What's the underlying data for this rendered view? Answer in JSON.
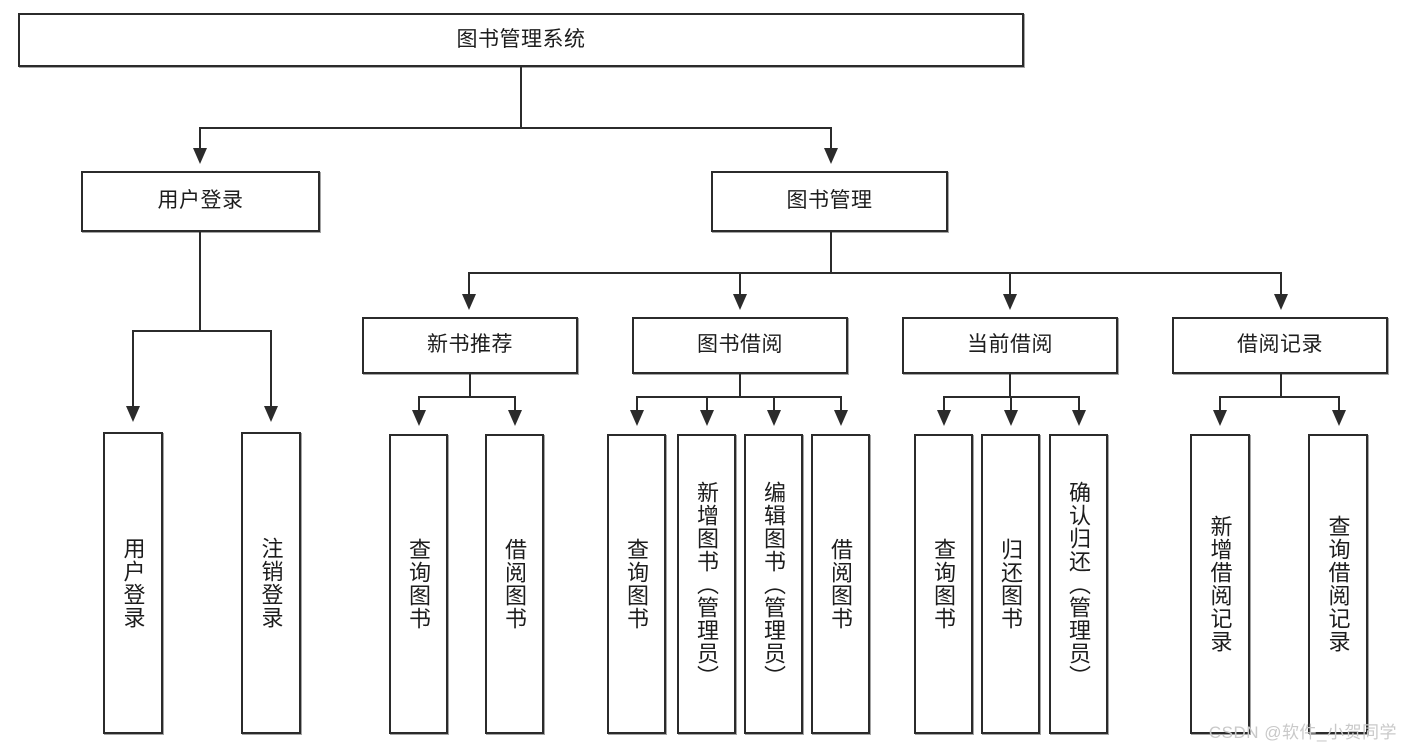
{
  "diagram": {
    "title": "图书管理系统",
    "type": "tree-hierarchy",
    "root": {
      "label": "图书管理系统"
    },
    "level2": [
      {
        "label": "用户登录"
      },
      {
        "label": "图书管理"
      }
    ],
    "level3": [
      {
        "label": "新书推荐"
      },
      {
        "label": "图书借阅"
      },
      {
        "label": "当前借阅"
      },
      {
        "label": "借阅记录"
      }
    ],
    "leaves": {
      "user_login": [
        {
          "label": "用户登录"
        },
        {
          "label": "注销登录"
        }
      ],
      "new_book_recommend": [
        {
          "label": "查询图书"
        },
        {
          "label": "借阅图书"
        }
      ],
      "book_borrow": [
        {
          "label": "查询图书"
        },
        {
          "label": "新增图书（管理员）"
        },
        {
          "label": "编辑图书（管理员）"
        },
        {
          "label": "借阅图书"
        }
      ],
      "current_borrow": [
        {
          "label": "查询图书"
        },
        {
          "label": "归还图书"
        },
        {
          "label": "确认归还（管理员）"
        }
      ],
      "borrow_record": [
        {
          "label": "新增借阅记录"
        },
        {
          "label": "查询借阅记录"
        }
      ]
    }
  },
  "watermark": {
    "text": "CSDN @软件_小贺同学"
  },
  "colors": {
    "box_border": "#2b2b2b",
    "box_fill": "#ffffff",
    "text": "#1d1d1d",
    "connector": "#2b2b2b",
    "watermark": "#c9c9c9"
  }
}
